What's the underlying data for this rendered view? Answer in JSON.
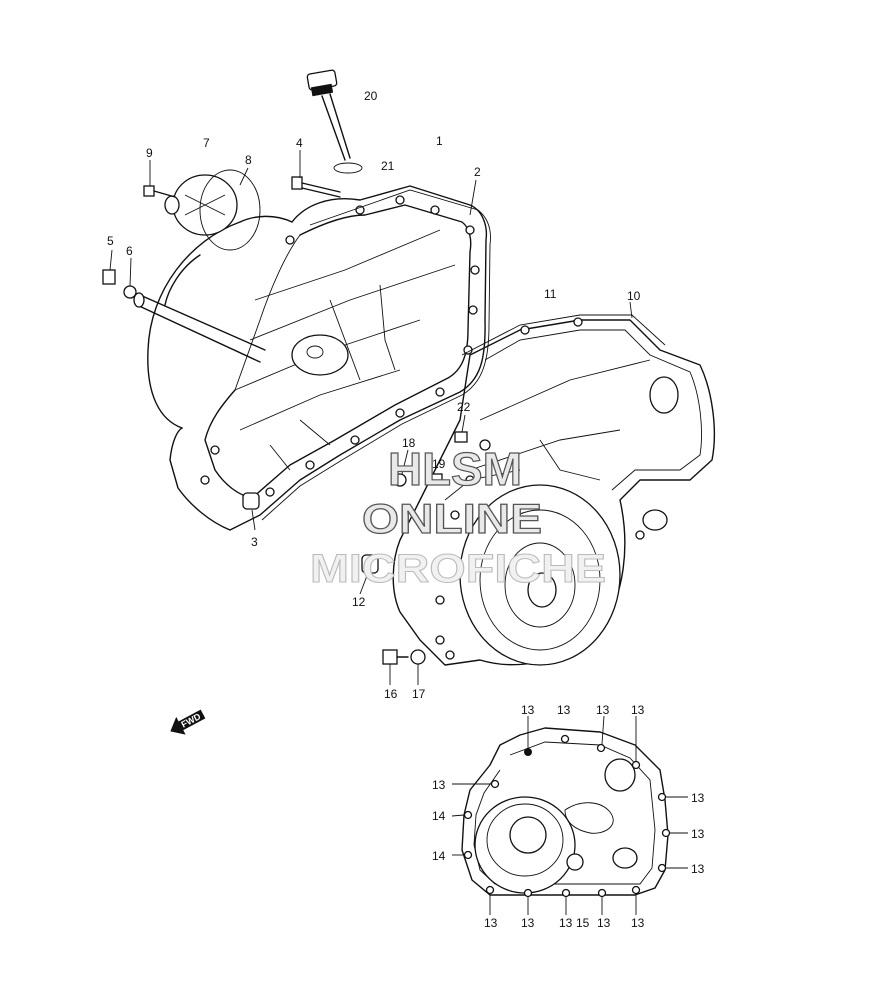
{
  "watermark": {
    "line1": "HLSM",
    "line2": "ONLINE",
    "line3": "MICROFICHE"
  },
  "direction_arrow": {
    "label": "FWD",
    "icon": "forward-arrow-icon"
  },
  "part_labels": {
    "p1": "1",
    "p2": "2",
    "p3": "3",
    "p4": "4",
    "p5": "5",
    "p6": "6",
    "p7": "7",
    "p8": "8",
    "p9": "9",
    "p10": "10",
    "p11": "11",
    "p12": "12",
    "p16": "16",
    "p17": "17",
    "p18": "18",
    "p19": "19",
    "p20": "20",
    "p21": "21",
    "p22": "22",
    "d13a": "13",
    "d13b": "13",
    "d13c": "13",
    "d13d": "13",
    "d13e": "13",
    "d13f": "13",
    "d13g": "13",
    "d13h": "13",
    "d13i": "13",
    "d13j": "13",
    "d13k": "13",
    "d13l": "13",
    "d13m": "13",
    "d14a": "14",
    "d14b": "14",
    "d15": "15"
  }
}
